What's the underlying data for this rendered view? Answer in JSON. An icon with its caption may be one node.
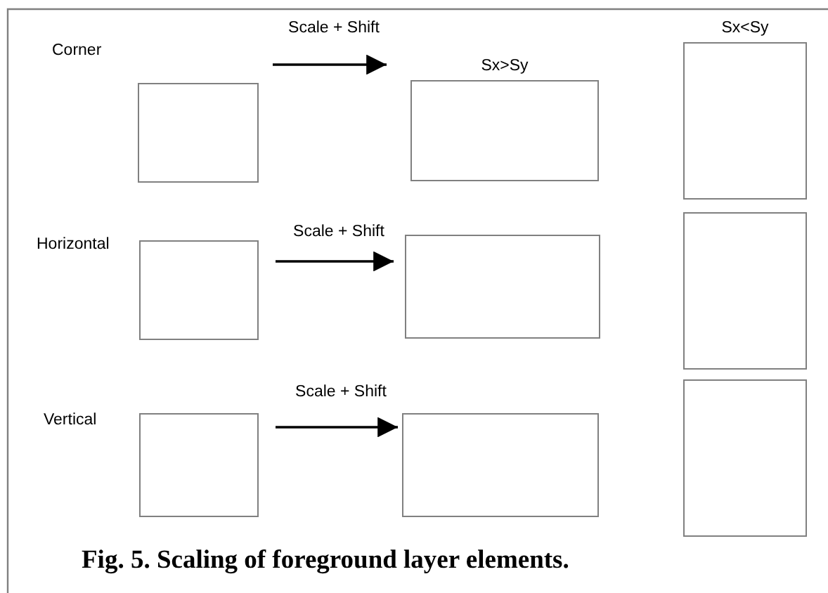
{
  "diagram": {
    "caption": "Fig. 5. Scaling of foreground layer elements.",
    "nodes": [
      {
        "text": [],
        "shape": "box"
      },
      {
        "text": [],
        "shape": "box",
        "beside": [
          "Sx>Sy"
        ]
      },
      {
        "text": [],
        "shape": "box"
      },
      {
        "text": [],
        "shape": "box"
      },
      {
        "text": [],
        "shape": "box"
      },
      {
        "text": [],
        "shape": "box"
      },
      {
        "text": [],
        "shape": "box",
        "beside": [
          "Sx<Sy"
        ]
      },
      {
        "text": [],
        "shape": "box"
      },
      {
        "text": [],
        "shape": "box"
      }
    ],
    "edges": [
      {
        "from": 0,
        "to": 1,
        "arrow": "to",
        "label": "Scale + Shift"
      },
      {
        "from": 2,
        "to": 3,
        "arrow": "to",
        "label": "Scale + Shift"
      },
      {
        "from": 4,
        "to": 5,
        "arrow": "to",
        "label": "Scale + Shift"
      }
    ],
    "labels": [
      "Corner",
      "Horizontal",
      "Vertical"
    ]
  }
}
